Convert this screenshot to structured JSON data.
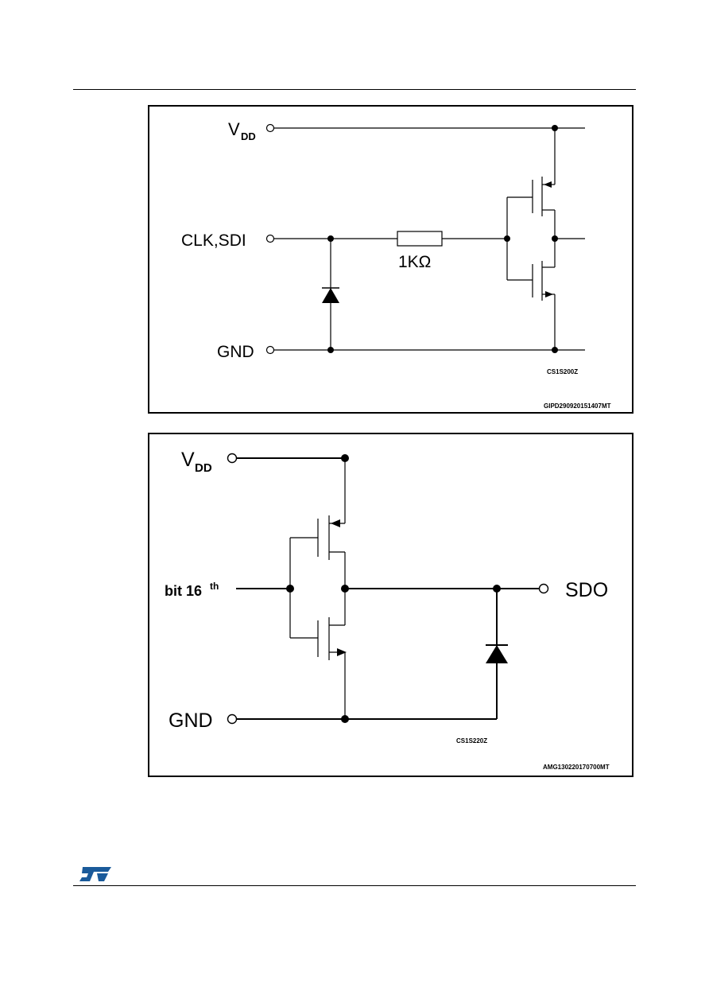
{
  "diagram1": {
    "vdd_main": "V",
    "vdd_sub": "DD",
    "input_label": "CLK,SDI",
    "gnd_label": "GND",
    "resistor_label": "1KΩ",
    "cs_code": "CS1S200Z",
    "figure_code": "GIPD290920151407MT"
  },
  "diagram2": {
    "vdd_main": "V",
    "vdd_sub": "DD",
    "input_label": "bit 16",
    "input_sup": "th",
    "output_label": "SDO",
    "gnd_label": "GND",
    "cs_code": "CS1S220Z",
    "figure_code": "AMG130220170700MT"
  },
  "footer": {
    "logo_text": "ST",
    "brand_color": "#1a5a9a"
  }
}
